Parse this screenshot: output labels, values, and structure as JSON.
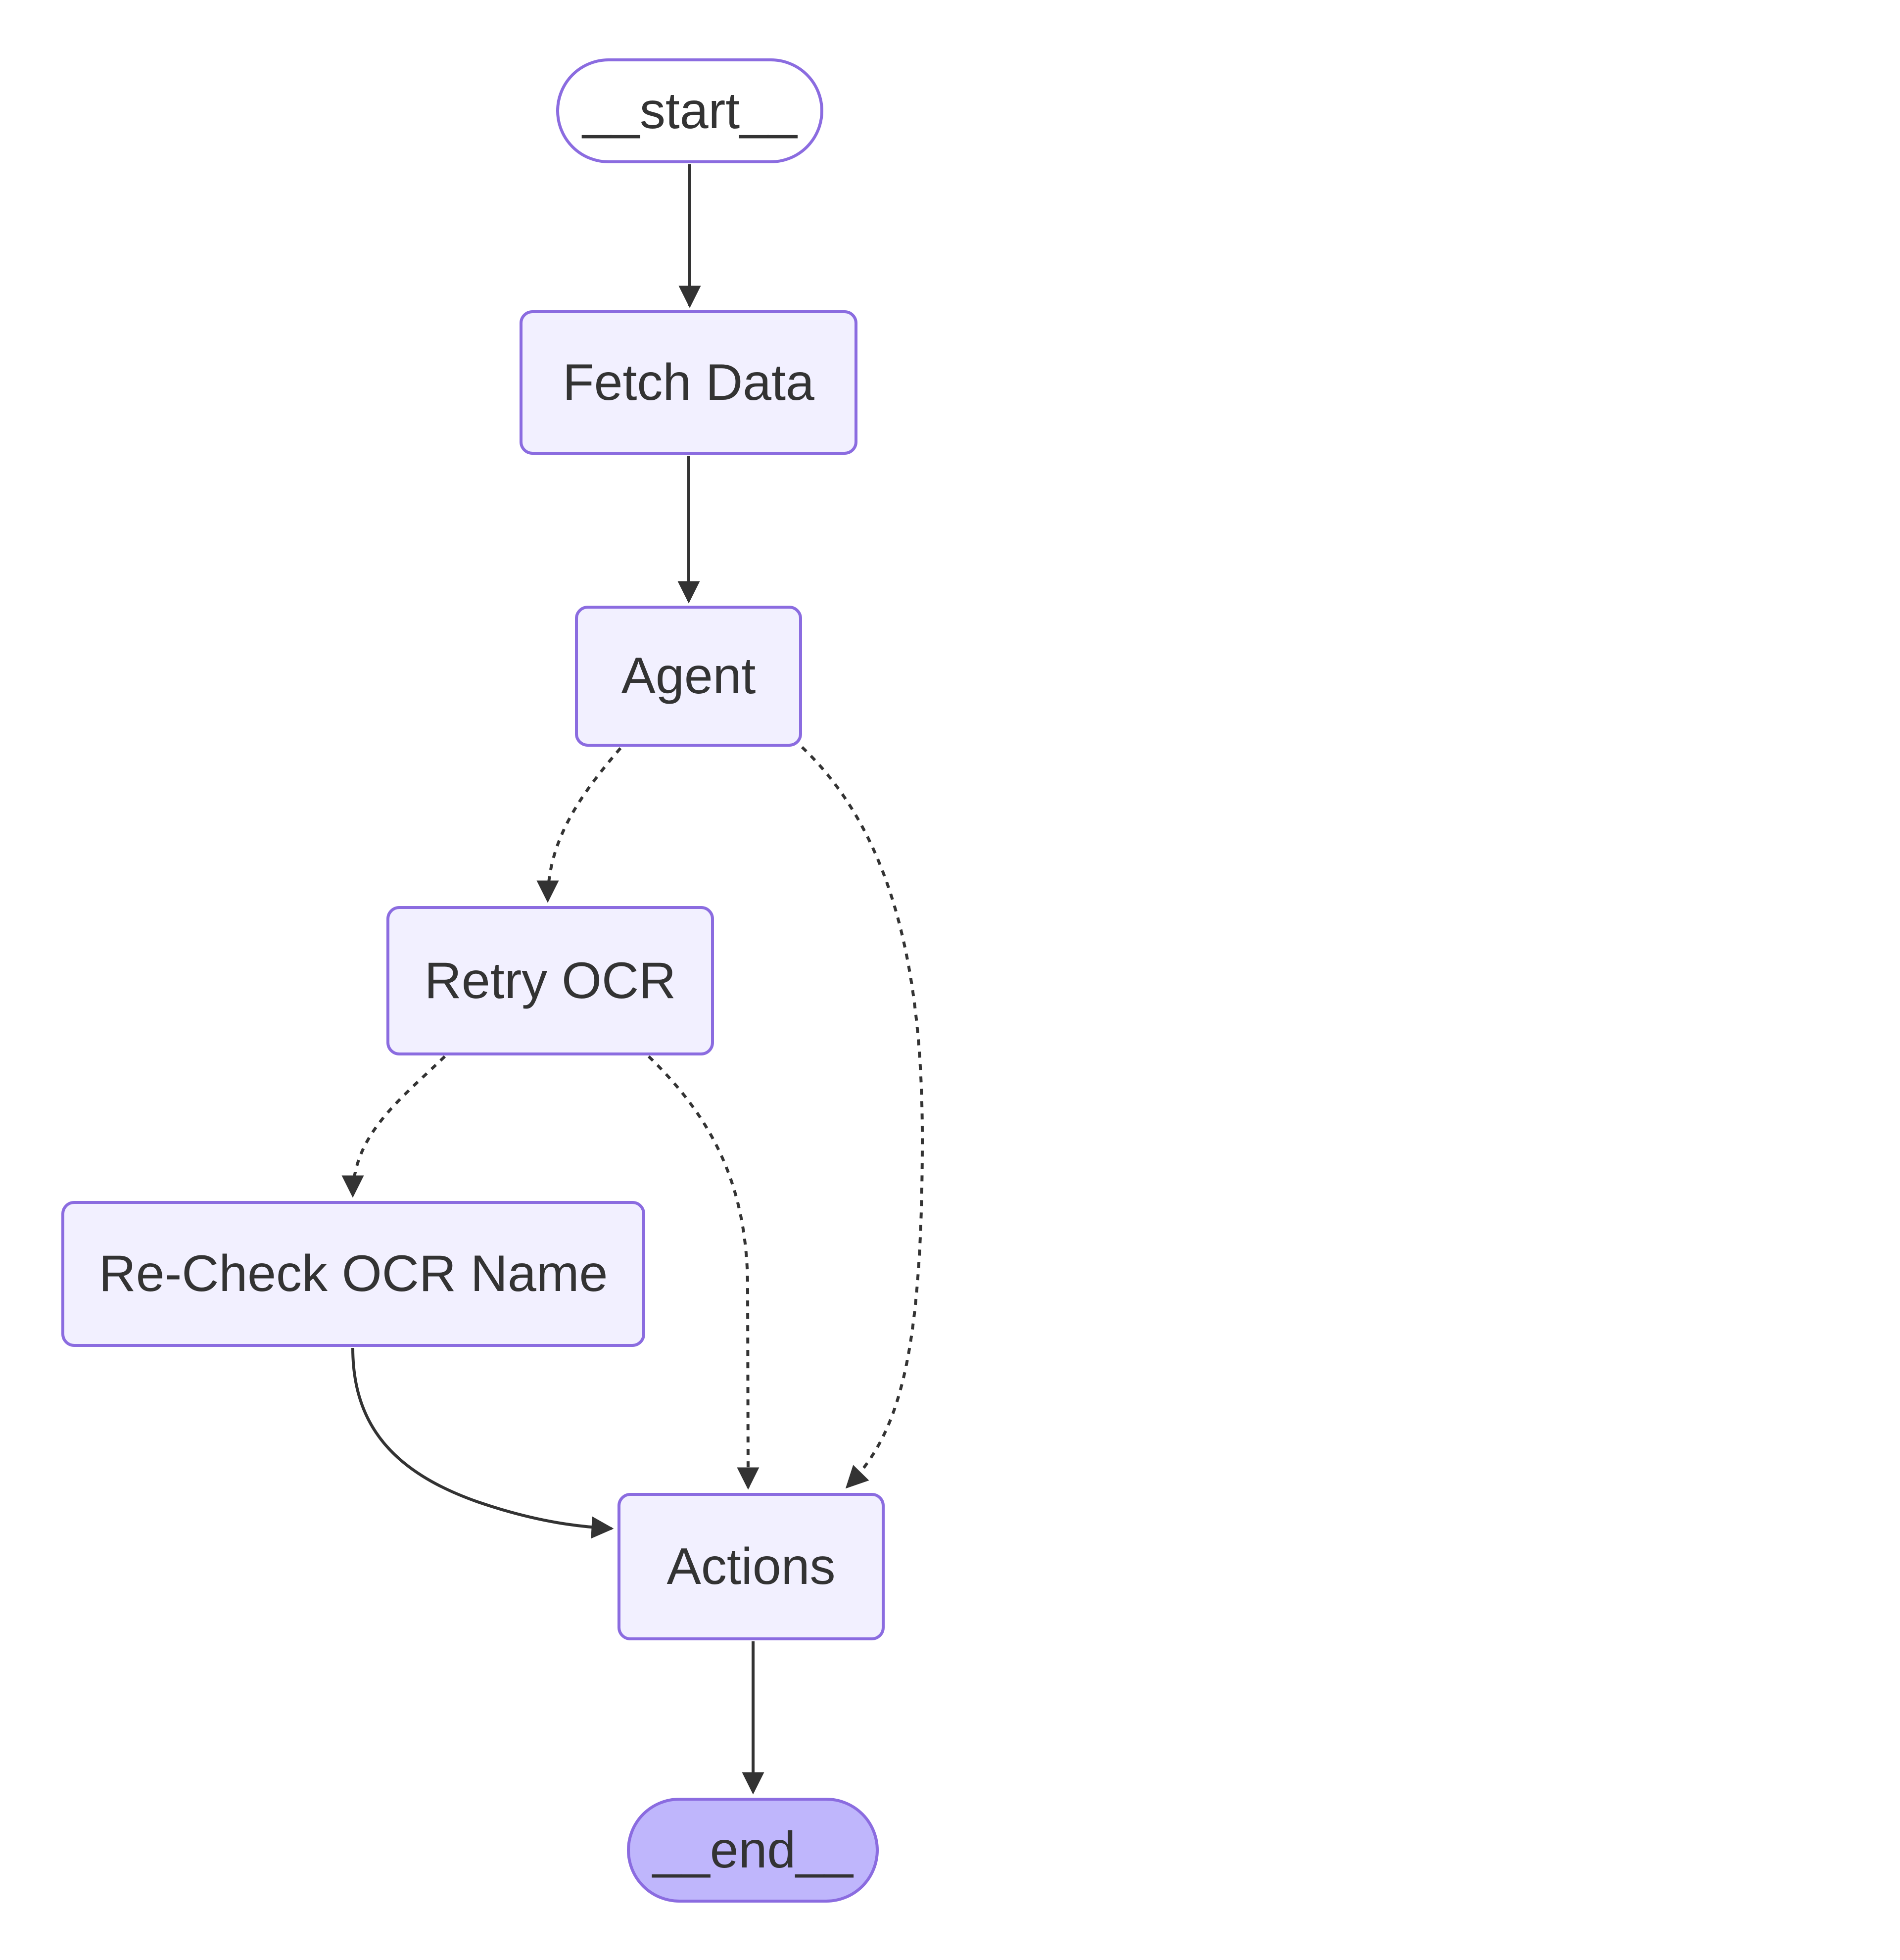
{
  "diagram": {
    "type": "flowchart",
    "direction": "top-down",
    "nodes": [
      {
        "id": "__start__",
        "label": "__start__",
        "shape": "pill",
        "role": "start"
      },
      {
        "id": "fetch_data",
        "label": "Fetch Data",
        "shape": "box",
        "role": "step"
      },
      {
        "id": "agent",
        "label": "Agent",
        "shape": "box",
        "role": "step"
      },
      {
        "id": "retry_ocr",
        "label": "Retry OCR",
        "shape": "box",
        "role": "step"
      },
      {
        "id": "recheck_ocr_name",
        "label": "Re-Check OCR Name",
        "shape": "box",
        "role": "step"
      },
      {
        "id": "actions",
        "label": "Actions",
        "shape": "box",
        "role": "step"
      },
      {
        "id": "__end__",
        "label": "__end__",
        "shape": "pill",
        "role": "end"
      }
    ],
    "edges": [
      {
        "from": "__start__",
        "to": "fetch_data",
        "style": "solid"
      },
      {
        "from": "fetch_data",
        "to": "agent",
        "style": "solid"
      },
      {
        "from": "agent",
        "to": "retry_ocr",
        "style": "dotted"
      },
      {
        "from": "agent",
        "to": "actions",
        "style": "dotted"
      },
      {
        "from": "retry_ocr",
        "to": "recheck_ocr_name",
        "style": "dotted"
      },
      {
        "from": "retry_ocr",
        "to": "actions",
        "style": "dotted"
      },
      {
        "from": "recheck_ocr_name",
        "to": "actions",
        "style": "solid"
      },
      {
        "from": "actions",
        "to": "__end__",
        "style": "solid"
      }
    ],
    "colors": {
      "node_fill": "#f2f0ff",
      "node_border": "#8b6ce0",
      "start_fill": "#ffffff",
      "end_fill": "#bfb6fc",
      "edge": "#333333",
      "text": "#333333",
      "background": "#ffffff"
    }
  }
}
